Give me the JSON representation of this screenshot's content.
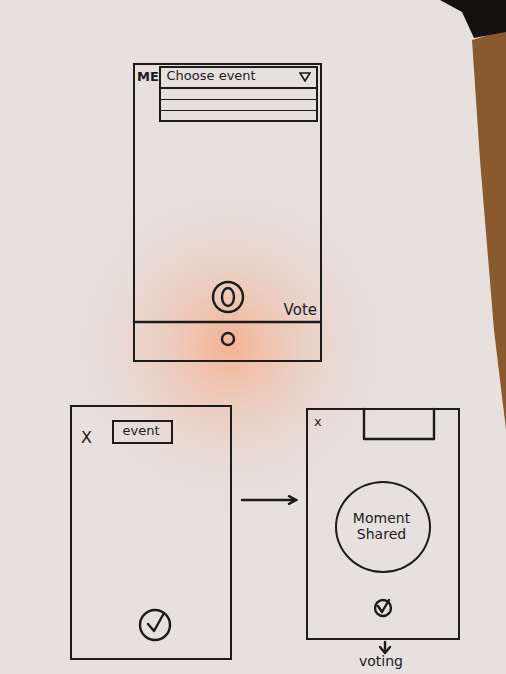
{
  "diagram": {
    "nodes": [
      {
        "text": [
          "ME",
          "Vote"
        ]
      },
      {
        "text": [
          "Choose event"
        ],
        "in": 0
      },
      {
        "text": [
          "X"
        ]
      },
      {
        "text": [
          "event"
        ],
        "in": 2
      },
      {
        "text": [
          "x"
        ]
      },
      {
        "text": [
          "Moment Shared"
        ],
        "in": 4
      }
    ],
    "edges": [
      {
        "from": 2,
        "to": 4,
        "arrow": "to"
      }
    ],
    "labels": [
      "voting"
    ]
  }
}
